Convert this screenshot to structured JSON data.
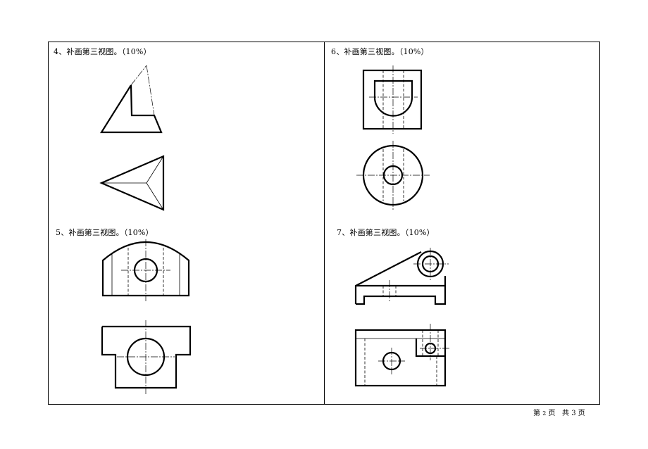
{
  "problems": {
    "p4": "4、补画第三视图。（10%）",
    "p5": "5、补画第三视图。（10%）",
    "p6": "6、补画第三视图。（10%）",
    "p7": "7、补画第三视图。（10%）"
  },
  "footer": {
    "page_prefix": "第",
    "page_number": "2",
    "page_unit": "页",
    "total_prefix": "共",
    "total_number": "3",
    "total_unit": "页"
  }
}
